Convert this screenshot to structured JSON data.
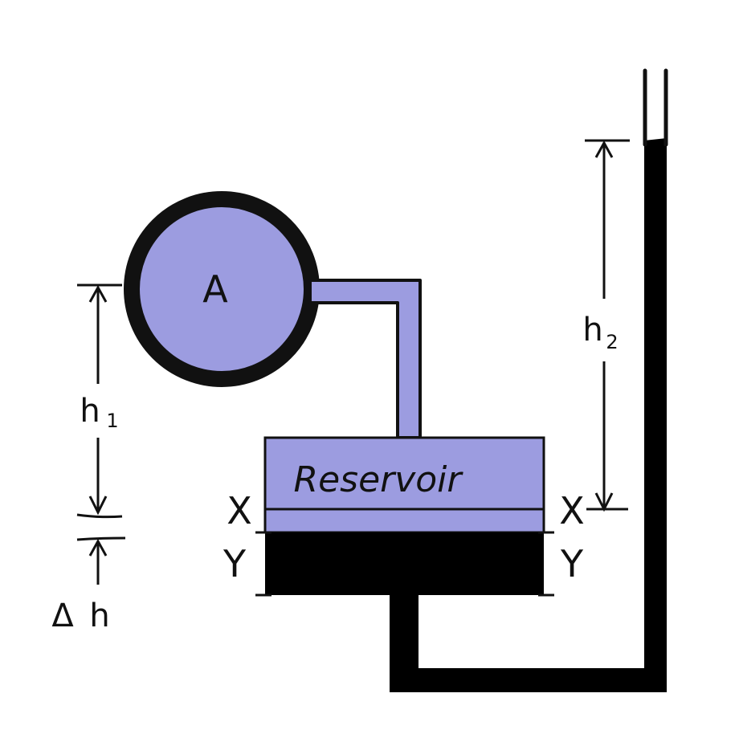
{
  "colors": {
    "fluid_light": "#9c9ce0",
    "manometer_fluid": "#000000",
    "outline": "#111111",
    "background": "#ffffff"
  },
  "labels": {
    "vessel": "A",
    "reservoir": "Reservoir",
    "x_left": "X",
    "x_right": "X",
    "y_left": "Y",
    "y_right": "Y",
    "h1_main": "h",
    "h1_sub": "1",
    "h2_main": "h",
    "h2_sub": "2",
    "dh_delta": "Δ",
    "dh_h": "h"
  }
}
